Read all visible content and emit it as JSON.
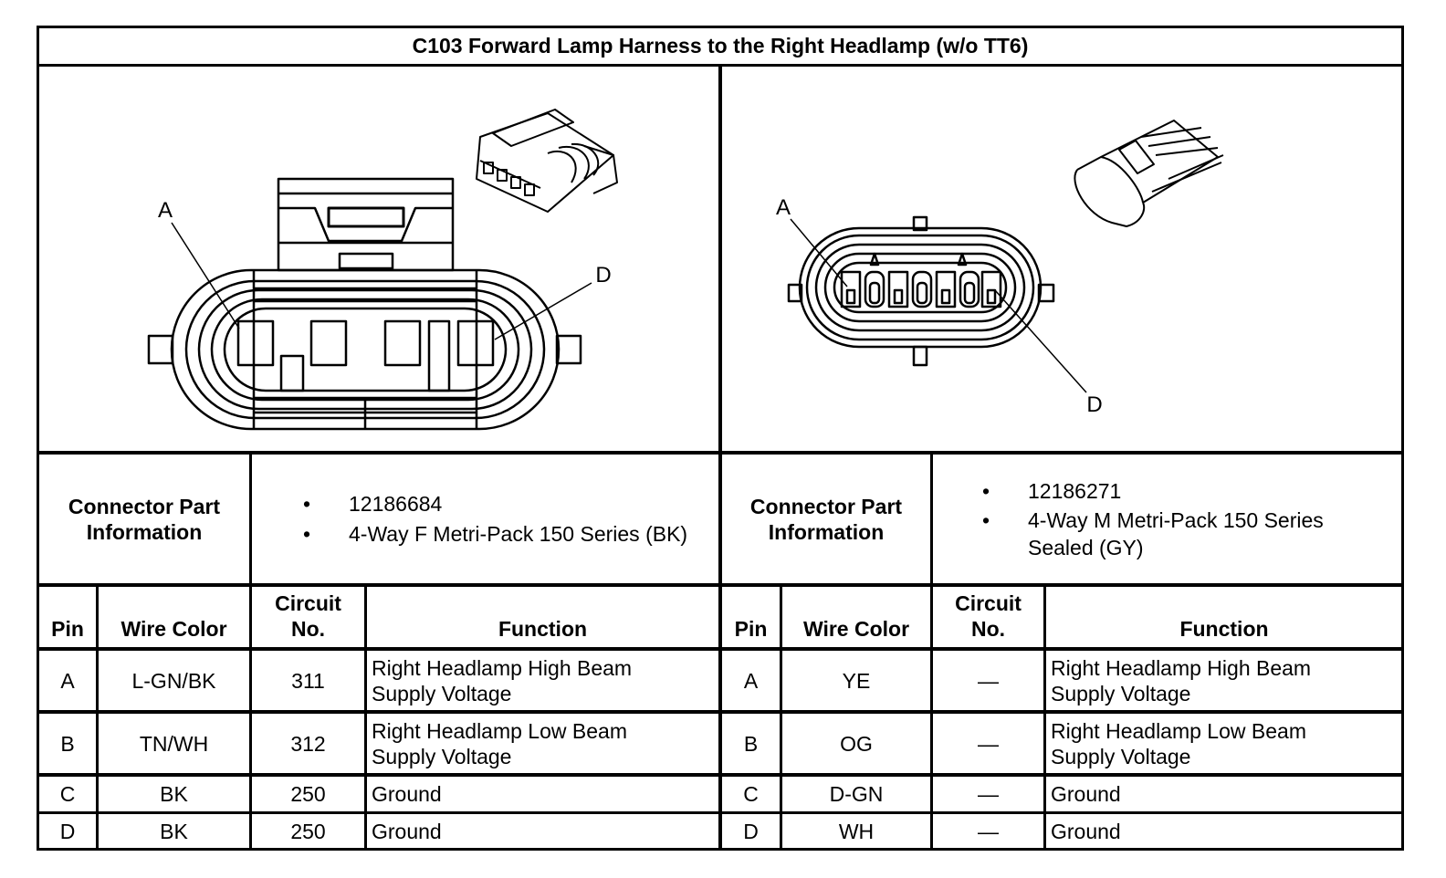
{
  "title": "C103 Forward Lamp Harness to the Right Headlamp (w/o TT6)",
  "left": {
    "diagram": {
      "label_a": "A",
      "label_d": "D"
    },
    "connector_label": "Connector Part Information",
    "part_info": [
      "12186684",
      "4-Way F Metri-Pack 150 Series (BK)"
    ],
    "columns": [
      "Pin",
      "Wire Color",
      "Circuit No.",
      "Function"
    ],
    "rows": [
      {
        "pin": "A",
        "wire_color": "L-GN/BK",
        "circuit": "311",
        "function": "Right Headlamp High Beam Supply Voltage"
      },
      {
        "pin": "B",
        "wire_color": "TN/WH",
        "circuit": "312",
        "function": "Right Headlamp Low Beam Supply Voltage"
      },
      {
        "pin": "C",
        "wire_color": "BK",
        "circuit": "250",
        "function": "Ground"
      },
      {
        "pin": "D",
        "wire_color": "BK",
        "circuit": "250",
        "function": "Ground"
      }
    ]
  },
  "right": {
    "diagram": {
      "label_a": "A",
      "label_d": "D"
    },
    "connector_label": "Connector Part Information",
    "part_info": [
      "12186271",
      "4-Way M Metri-Pack 150 Series Sealed (GY)"
    ],
    "columns": [
      "Pin",
      "Wire Color",
      "Circuit No.",
      "Function"
    ],
    "rows": [
      {
        "pin": "A",
        "wire_color": "YE",
        "circuit": "—",
        "function": "Right Headlamp High Beam Supply Voltage"
      },
      {
        "pin": "B",
        "wire_color": "OG",
        "circuit": "—",
        "function": "Right Headlamp Low Beam Supply Voltage"
      },
      {
        "pin": "C",
        "wire_color": "D-GN",
        "circuit": "—",
        "function": "Ground"
      },
      {
        "pin": "D",
        "wire_color": "WH",
        "circuit": "—",
        "function": "Ground"
      }
    ]
  }
}
